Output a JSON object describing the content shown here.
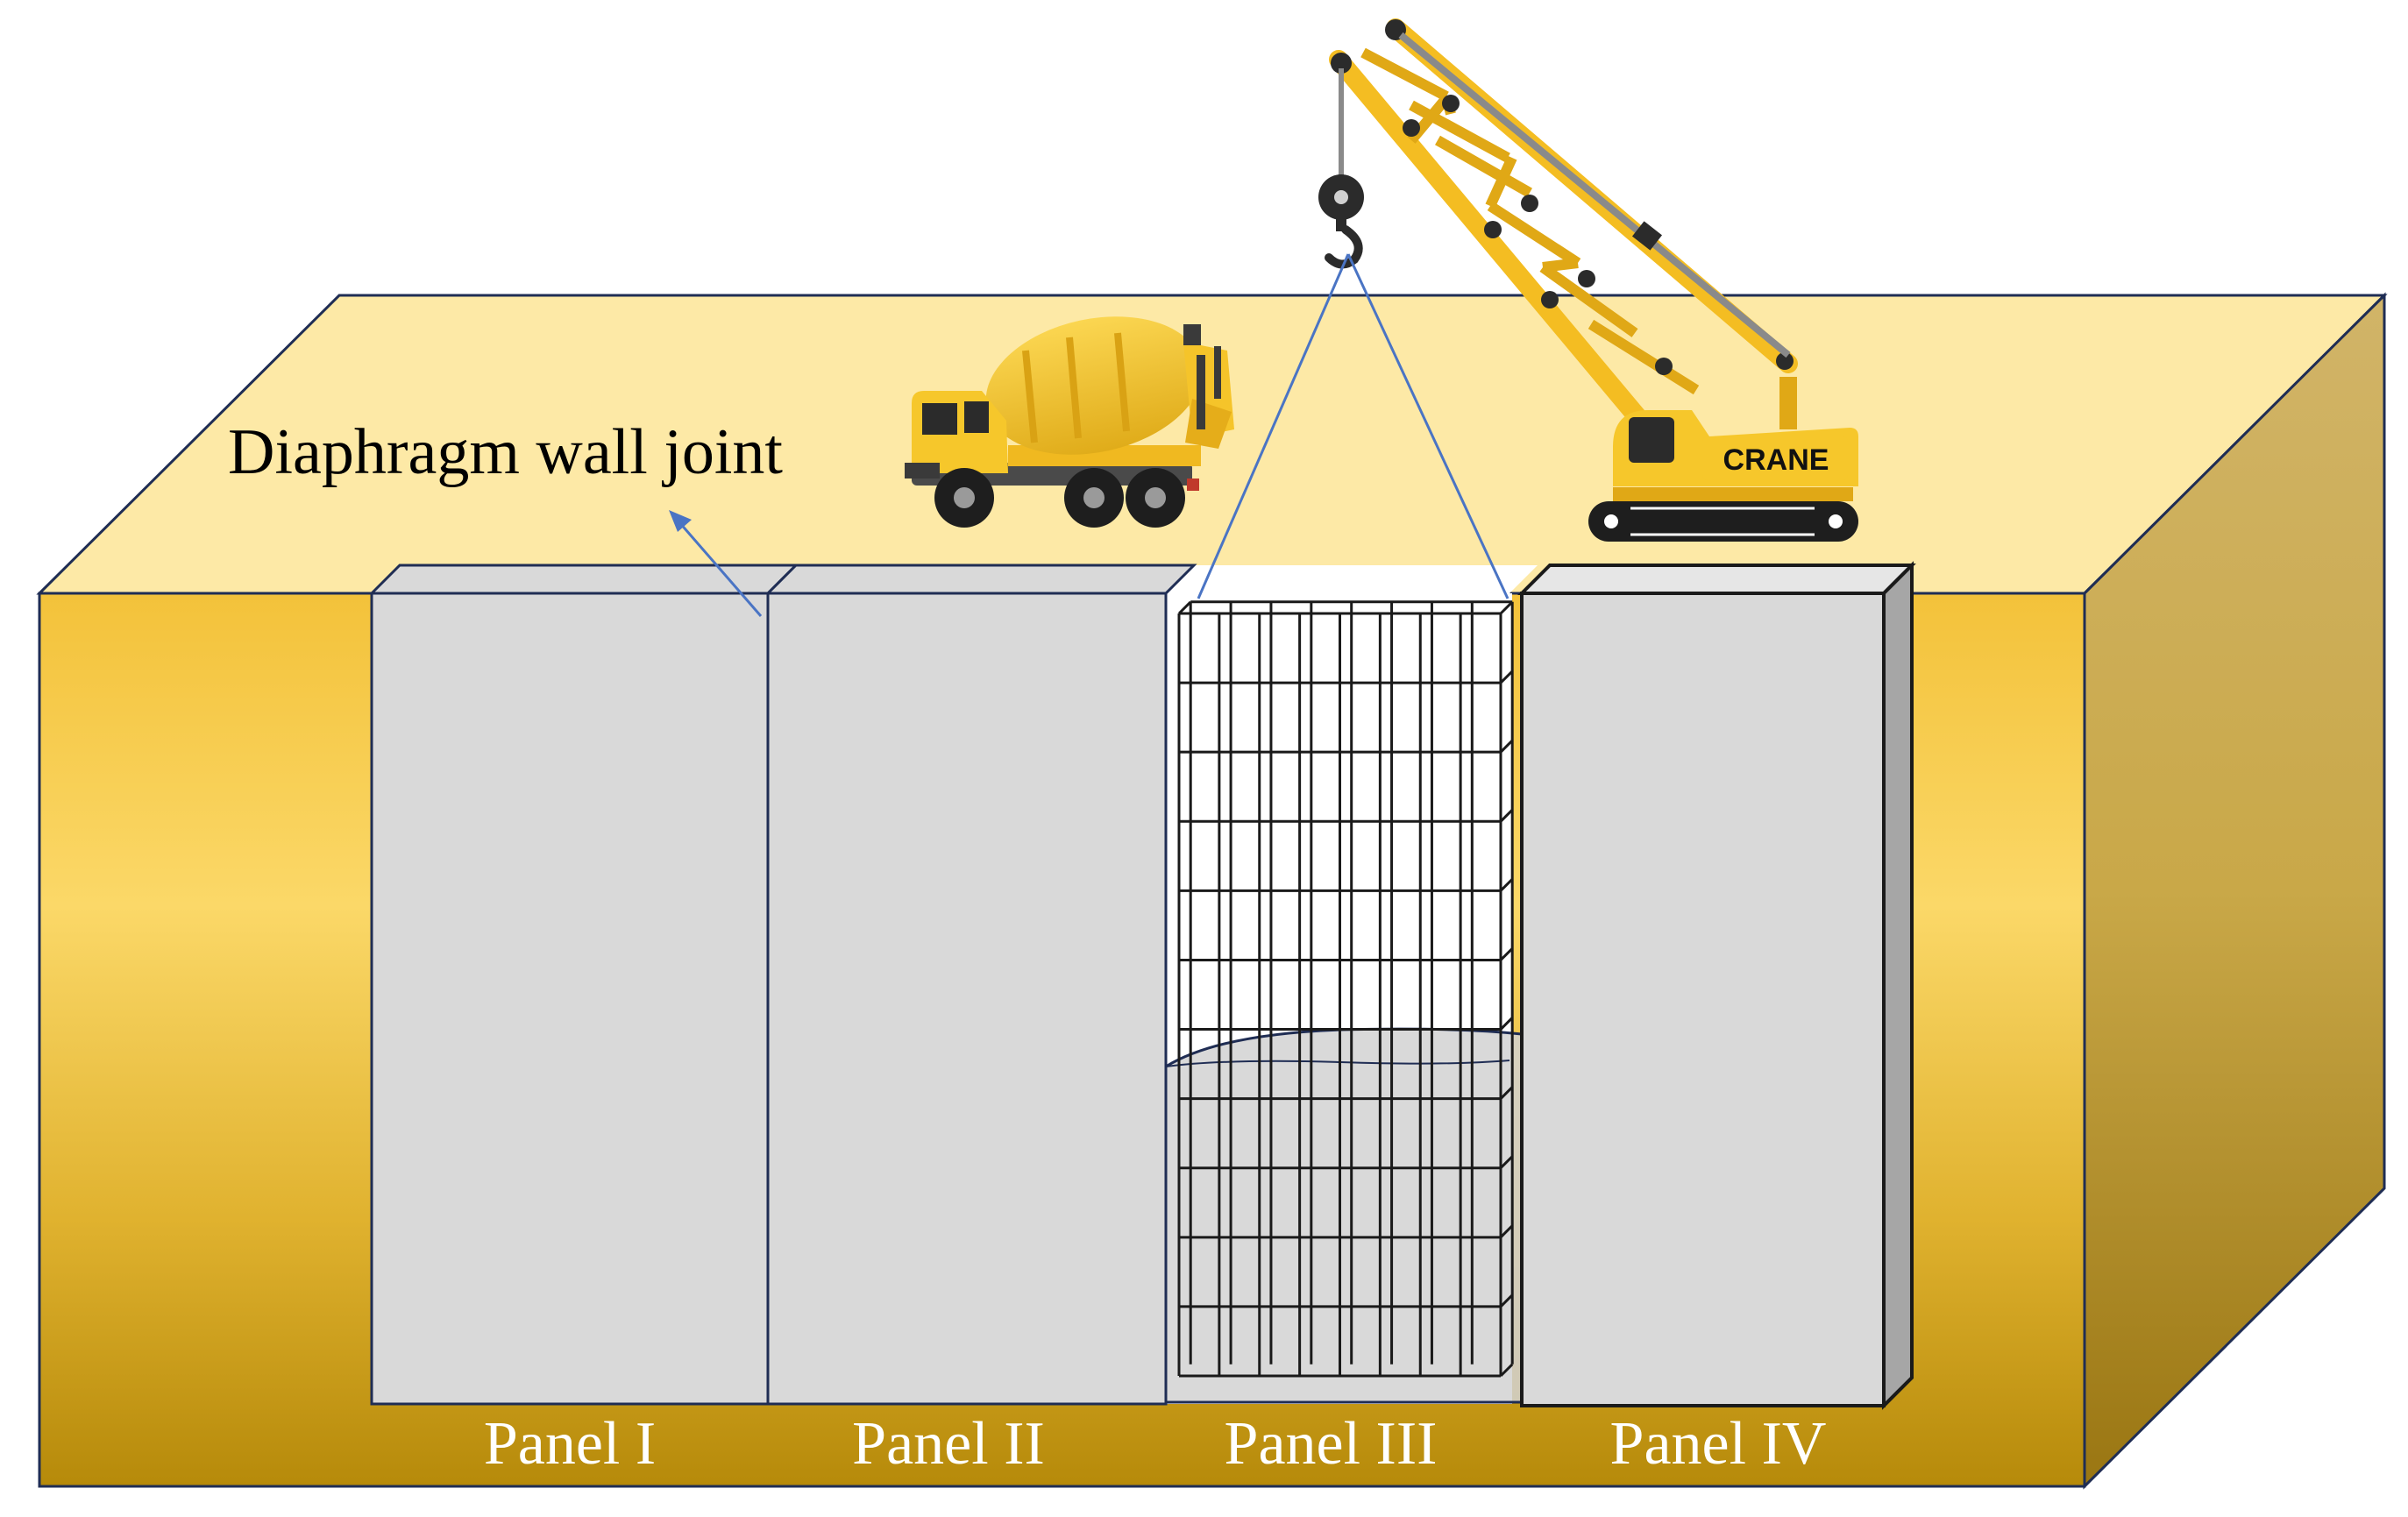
{
  "annotations": {
    "joint_label": "Diaphragm wall joint"
  },
  "panels": [
    {
      "label": "Panel I"
    },
    {
      "label": "Panel II"
    },
    {
      "label": "Panel III"
    },
    {
      "label": "Panel IV"
    }
  ],
  "crane": {
    "cab_label": "CRANE"
  },
  "colors": {
    "soil_top": "#fde9a6",
    "soil_front_light": "#f8d560",
    "soil_front_dark": "#bf920c",
    "soil_side": "#c9a84a",
    "panel_fill": "#d9d9d9",
    "outline": "#1f2d54",
    "rebar": "#1a1a1a",
    "sling": "#4a74c4",
    "machine_yellow": "#f6c72b",
    "label_white": "#ffffff"
  },
  "icons": [
    "concrete-mixer-truck-icon",
    "crawler-crane-icon",
    "crane-hook-icon"
  ]
}
